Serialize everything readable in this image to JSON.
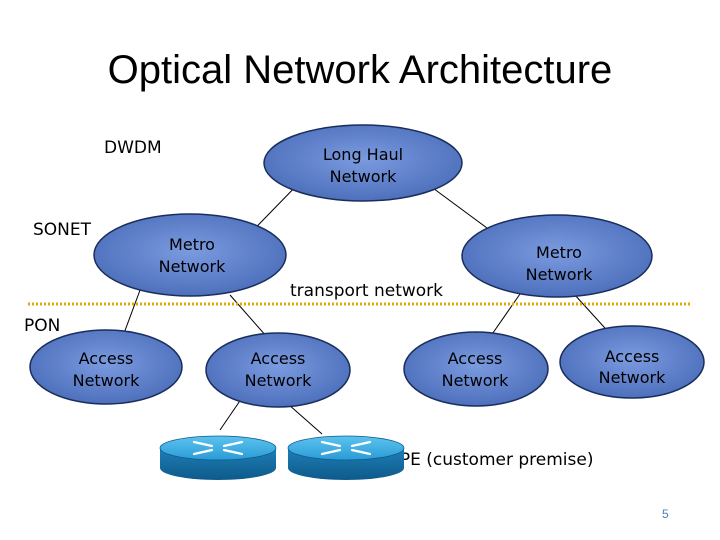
{
  "title": "Optical Network Architecture",
  "labels": {
    "dwdm": "DWDM",
    "sonet": "SONET",
    "pon": "PON",
    "transport": "transport network",
    "cpe": "CPE (customer premise)"
  },
  "nodes": {
    "long_haul": [
      "Long Haul",
      "Network"
    ],
    "metro_left": [
      "Metro",
      "Network"
    ],
    "metro_right": [
      "Metro",
      "Network"
    ],
    "access_1": [
      "Access",
      "Network"
    ],
    "access_2": [
      "Access",
      "Network"
    ],
    "access_3": [
      "Access",
      "Network"
    ],
    "access_4": [
      "Access",
      "Network"
    ]
  },
  "icons": {
    "router": "router-icon"
  },
  "colors": {
    "node_fill": "#5b7ec8",
    "node_stroke": "#1a2e5c",
    "divider": "#e6a800",
    "router": "#2a9bd6"
  },
  "page_number": "5"
}
